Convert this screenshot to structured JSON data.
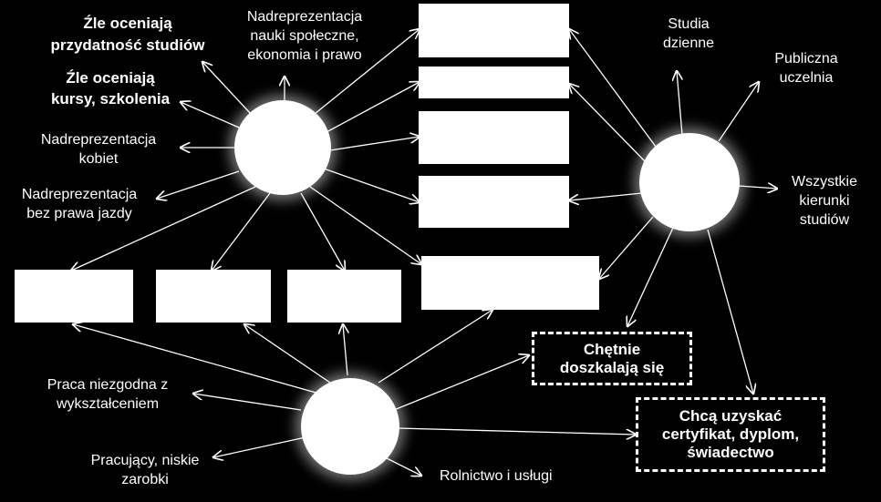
{
  "colors": {
    "background": "#000000",
    "foreground": "#ffffff"
  },
  "labels": {
    "zle_przydatnosc": "Źle oceniają\nprzydatność studiów",
    "zle_kursy": "Źle oceniają\nkursy, szkolenia",
    "nadrep_nauki": "Nadreprezentacja\nnauki społeczne,\nekonomia i prawo",
    "nadrep_kobiet": "Nadreprezentacja\nkobiet",
    "nadrep_prawo_jazdy": "Nadreprezentacja\nbez prawa jazdy",
    "studia_dzienne": "Studia\ndzienne",
    "publiczna_uczelnia": "Publiczna\nuczelnia",
    "wszystkie_kierunki": "Wszystkie\nkierunki\nstudiów",
    "praca_niezgodna": "Praca niezgodna z\nwykształceniem",
    "pracujacy_niskie": "Pracujący, niskie\nzarobki",
    "rolnictwo_uslugi": "Rolnictwo i usługi",
    "chetnie_doszkalaja": "Chętnie\ndoszkalają się",
    "chca_certyfikat": "Chcą uzyskać\ncertyfikat, dyplom,\nświadectwo"
  }
}
